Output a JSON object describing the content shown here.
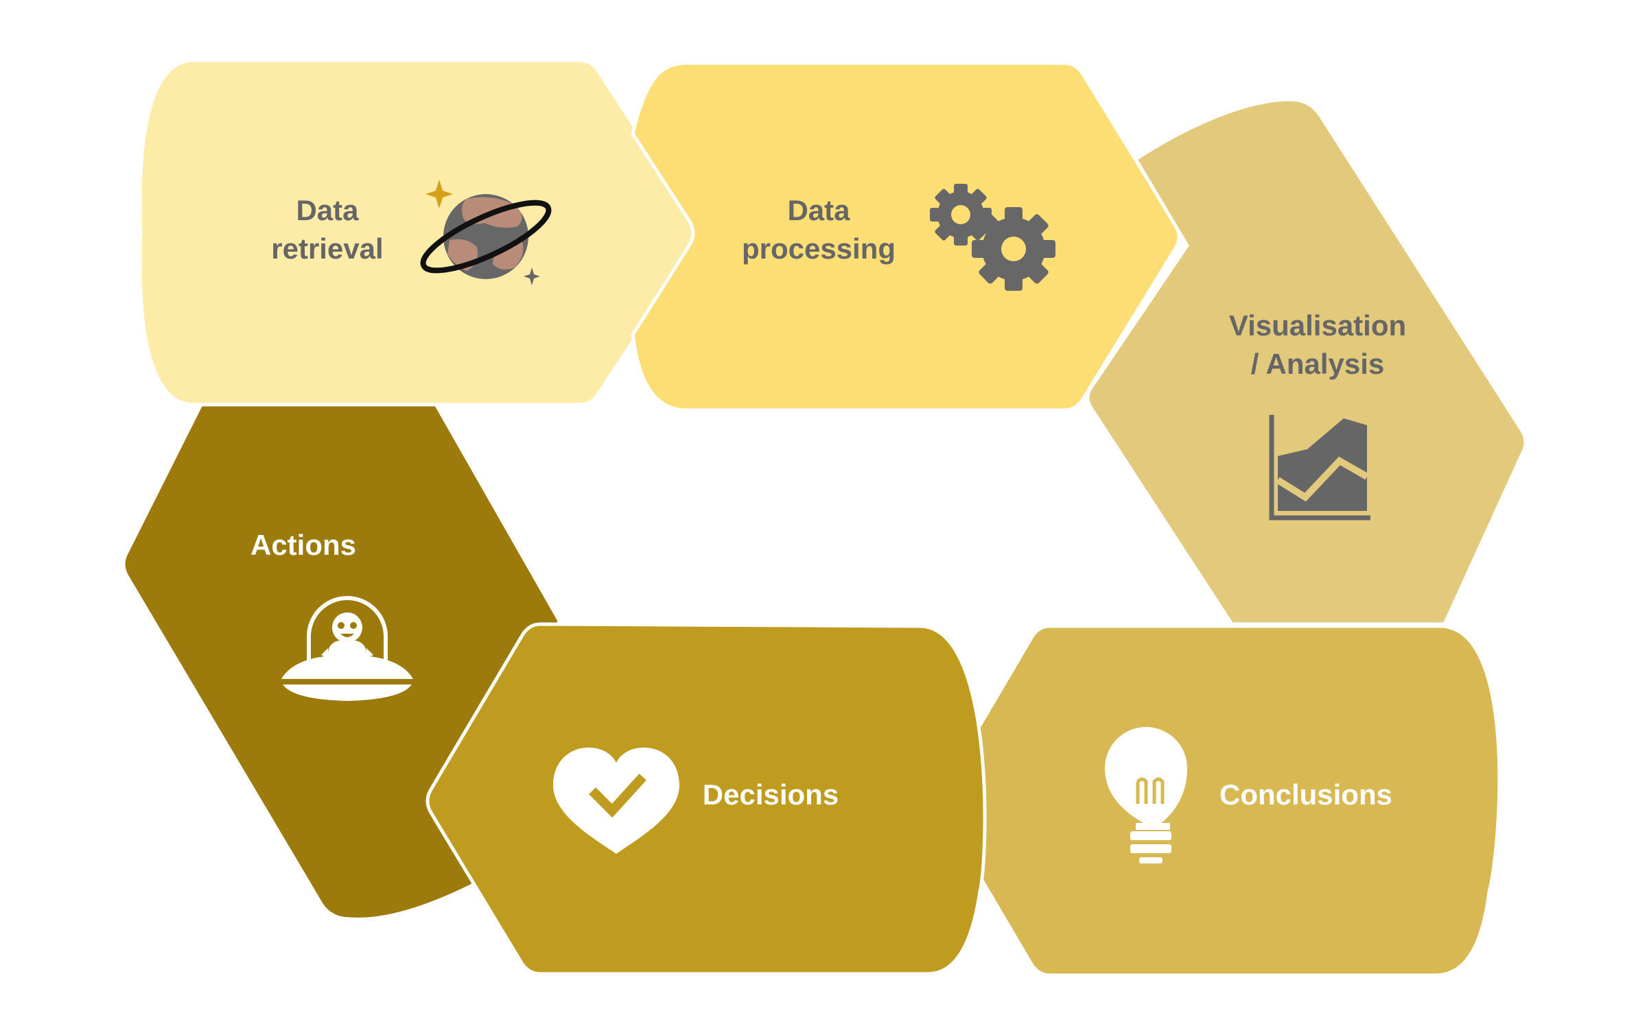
{
  "diagram": {
    "steps": [
      {
        "id": "data-retrieval",
        "line1": "Data",
        "line2": "retrieval",
        "icon": "planet-icon",
        "color": "#FDEBA8"
      },
      {
        "id": "data-processing",
        "line1": "Data",
        "line2": "processing",
        "icon": "gears-icon",
        "color": "#FDDE75"
      },
      {
        "id": "visualisation",
        "line1": "Visualisation",
        "line2": "/ Analysis",
        "icon": "area-chart-icon",
        "color": "#E2C97C"
      },
      {
        "id": "conclusions",
        "line1": "Conclusions",
        "line2": "",
        "icon": "lightbulb-icon",
        "color": "#D7B853"
      },
      {
        "id": "decisions",
        "line1": "Decisions",
        "line2": "",
        "icon": "heart-check-icon",
        "color": "#BF9B1F"
      },
      {
        "id": "actions",
        "line1": "Actions",
        "line2": "",
        "icon": "ufo-alien-icon",
        "color": "#9C7A0C"
      }
    ]
  }
}
